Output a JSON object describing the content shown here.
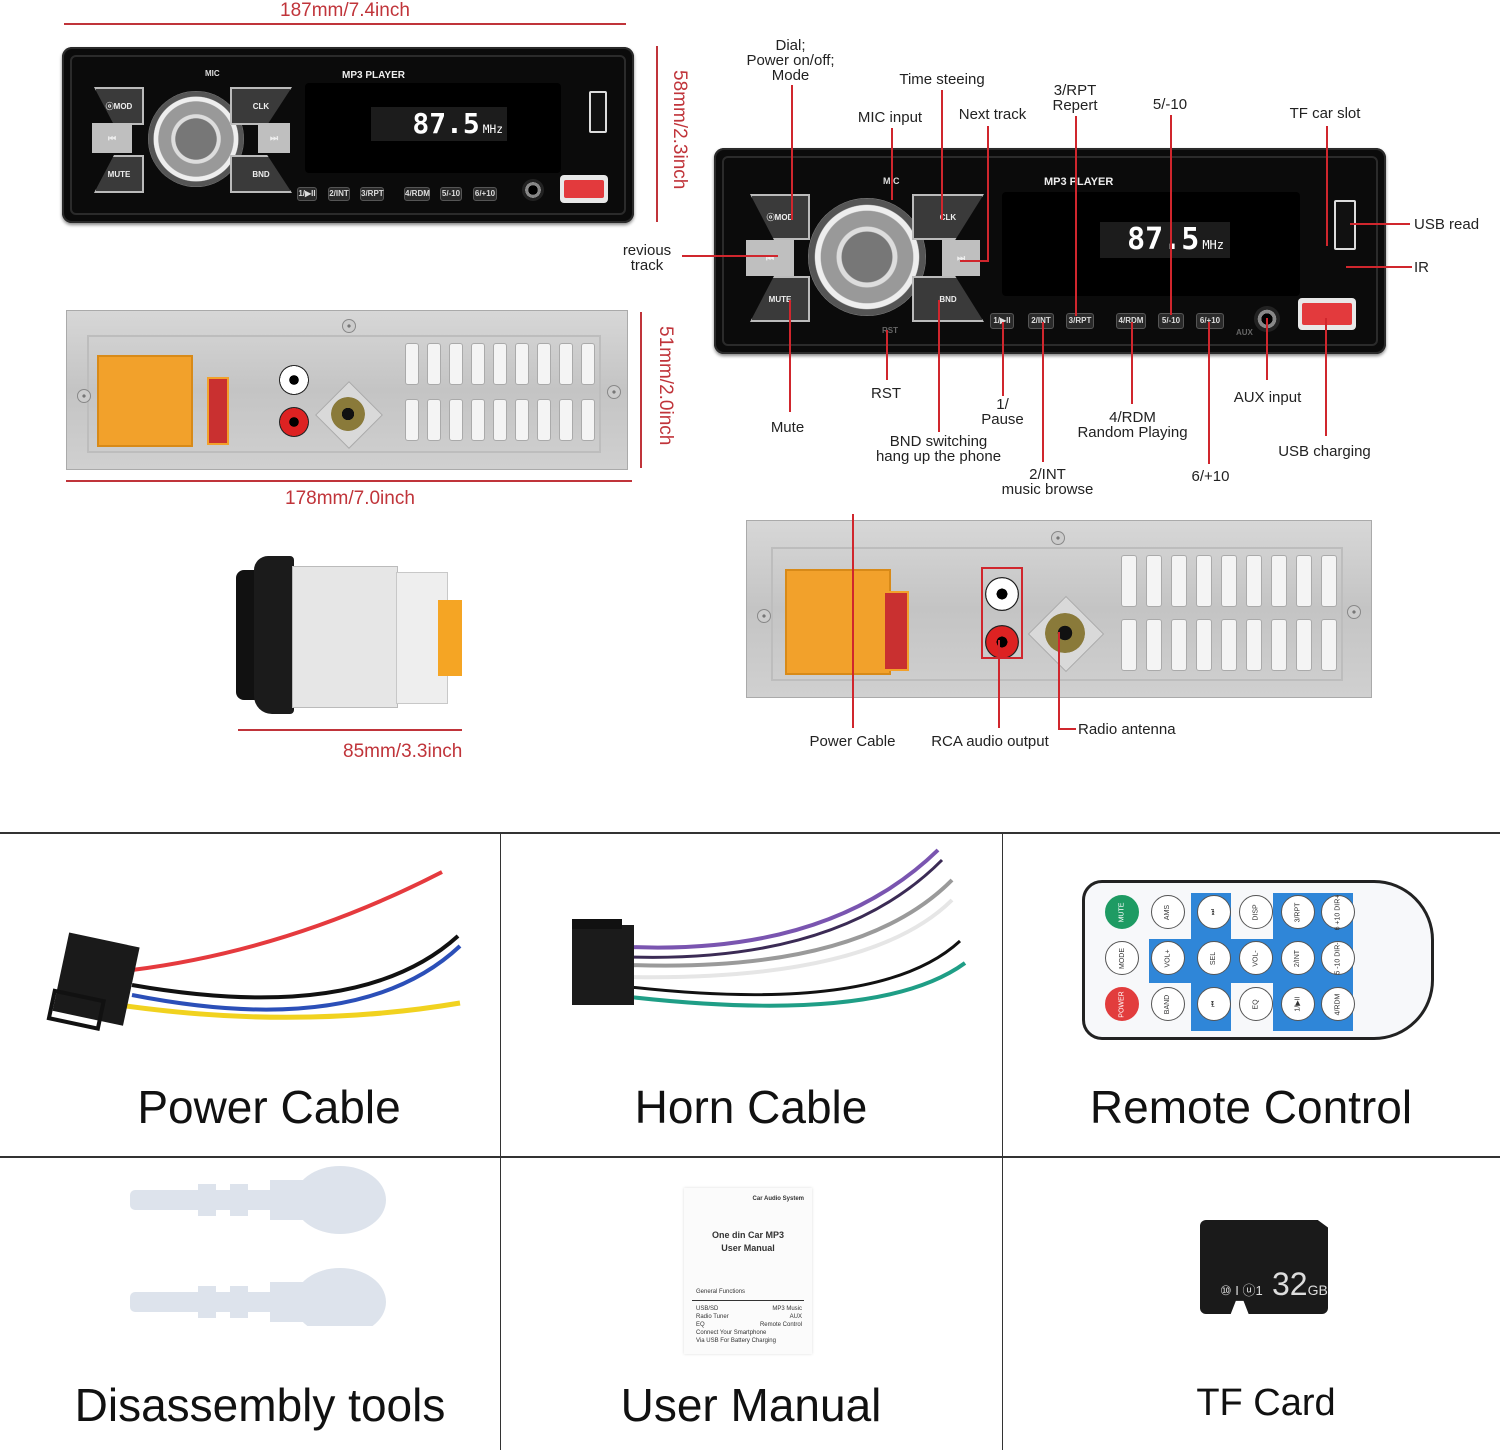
{
  "dimensions": {
    "front_width": "187mm/7.4inch",
    "front_height": "58mm/2.3inch",
    "back_width": "178mm/7.0inch",
    "back_height": "51mm/2.0inch",
    "depth": "85mm/3.3inch"
  },
  "front_panel": {
    "brand_text": "MP3 PLAYER",
    "mic_text": "MIC",
    "frequency": "87.5",
    "frequency_unit": "MHz",
    "aux_text": "AUX",
    "rst_text": "RST",
    "buttons": {
      "mode": "ⓞMOD",
      "clk": "CLK",
      "mute": "MUTE",
      "bnd": "BND",
      "prev": "⏮",
      "next": "⏭"
    },
    "preset_buttons": [
      "1/▶II",
      "2/INT",
      "3/RPT",
      "4/RDM",
      "5/-10",
      "6/+10"
    ]
  },
  "callouts": {
    "dial": "Dial;\nPower on/off;\nMode",
    "time_steering": "Time steeing",
    "mic_input": "MIC input",
    "next_track": "Next track",
    "repeat": "3/RPT\nRepert",
    "minus10": "5/-10",
    "tf_slot": "TF car slot",
    "usb_read": "USB read",
    "ir": "IR",
    "previous_track": "revious\ntrack",
    "rst": "RST",
    "mute": "Mute",
    "pause": "1/\nPause",
    "bnd": "BND switching\nhang up the phone",
    "random": "4/RDM\nRandom Playing",
    "int": "2/INT\nmusic browse",
    "plus10": "6/+10",
    "aux_input": "AUX input",
    "usb_charging": "USB charging",
    "power_cable": "Power Cable",
    "rca_output": "RCA audio output",
    "radio_antenna": "Radio antenna"
  },
  "accessories": [
    {
      "caption": "Power Cable",
      "wire_colors": [
        "#e53a3e",
        "#111111",
        "#2b4fb8",
        "#f1d21f"
      ]
    },
    {
      "caption": "Horn Cable",
      "wire_colors": [
        "#7a55b0",
        "#3b2b55",
        "#9a9a9a",
        "#e6e6e6",
        "#111111",
        "#1f9e86"
      ]
    },
    {
      "caption": "Remote Control"
    },
    {
      "caption": "Disassembly tools"
    },
    {
      "caption": "User Manual"
    },
    {
      "caption": "TF Card"
    }
  ],
  "remote": {
    "buttons": [
      "MUTE",
      "AMS",
      "⏭",
      "DISP",
      "3/RPT",
      "6 +10 DIR+",
      "MODE",
      "VOL+",
      "SEL",
      "VOL-",
      "2/INT",
      "5 -10 DIR-",
      "POWER",
      "BAND",
      "⏮",
      "EQ",
      "1/▶II",
      "4/RDM"
    ]
  },
  "manual": {
    "header": "Car Audio System",
    "title_line1": "One din Car MP3",
    "title_line2": "User Manual",
    "section": "General Functions",
    "features": [
      [
        "USB/SD",
        "MP3 Music"
      ],
      [
        "Radio Tuner",
        "AUX"
      ],
      [
        "EQ",
        "Remote Control"
      ]
    ],
    "feature_line4": "Connect Your Smartphone",
    "feature_line5": "Via USB For Battery Charging"
  },
  "tf_card": {
    "capacity": "32",
    "unit": "GB",
    "class_marks": "⑩ I ⓤ1"
  },
  "colors": {
    "dimension_red": "#c0343a",
    "leader_red": "#d0262d",
    "remote_blue": "#2f86d8",
    "iso_orange": "#f2a12b"
  }
}
